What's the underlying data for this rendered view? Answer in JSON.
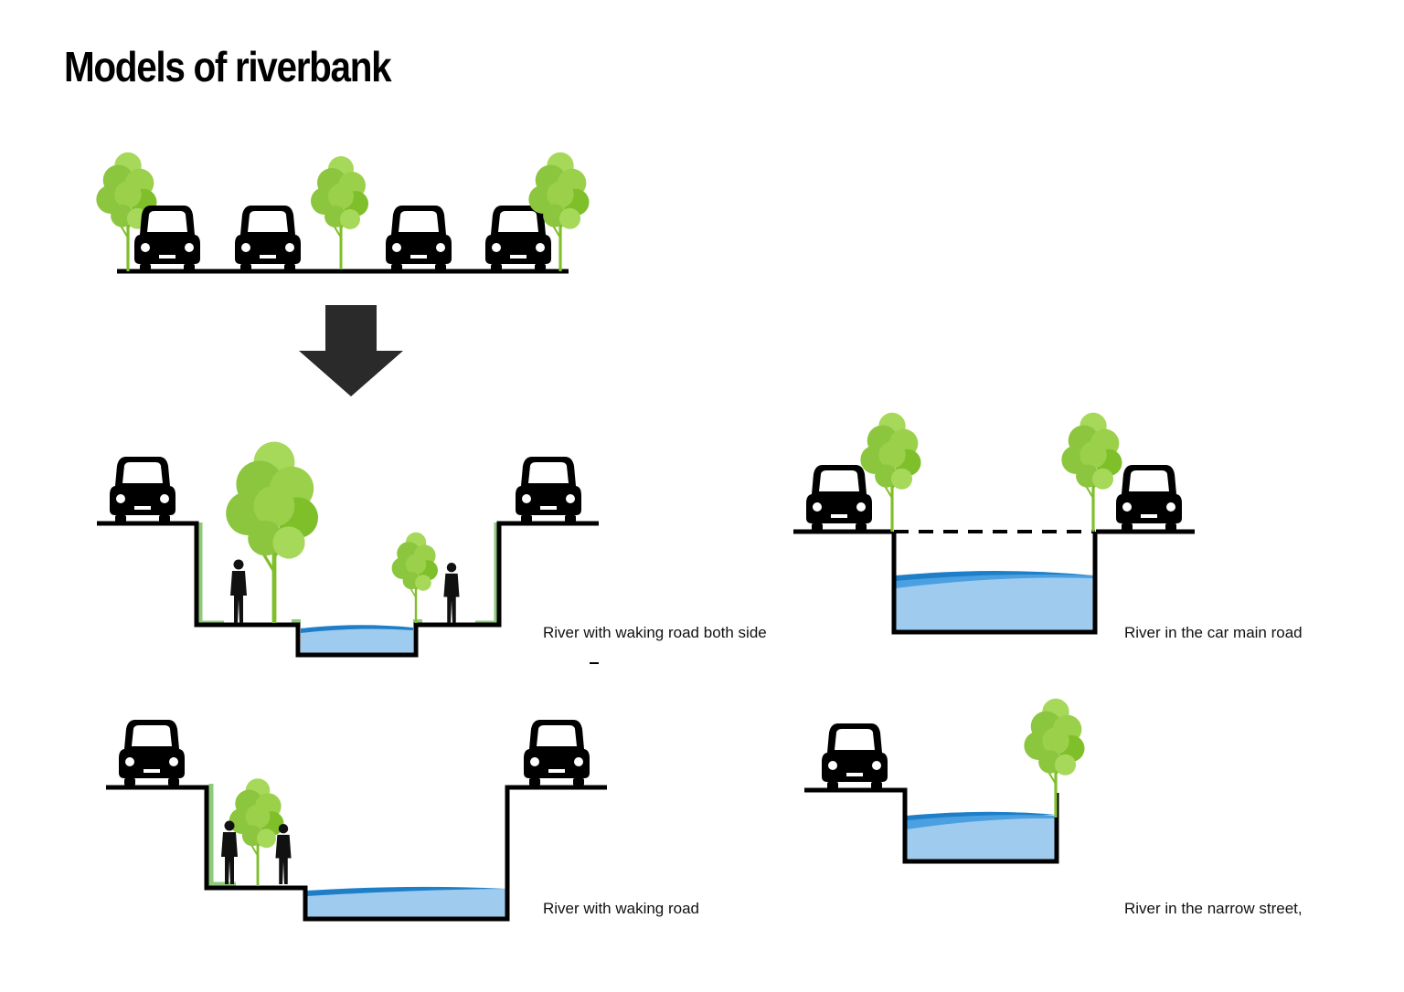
{
  "title": "Models of riverbank",
  "captions": {
    "walking_both_sides": "River with waking road both side",
    "car_main_road": "River in the car main road",
    "walking_one_side": "River with waking road",
    "narrow_street": "River in  the narrow street,"
  },
  "icons": [
    "car-icon",
    "tree-icon",
    "pedestrian-icon",
    "arrow-down-icon"
  ],
  "colors": {
    "ground": "#000000",
    "water": "#9ecbee",
    "water_dark": "#1e7fc8",
    "tree": "#8cc63f",
    "grass_edge": "#8fc97a",
    "arrow": "#2a2a2a"
  }
}
